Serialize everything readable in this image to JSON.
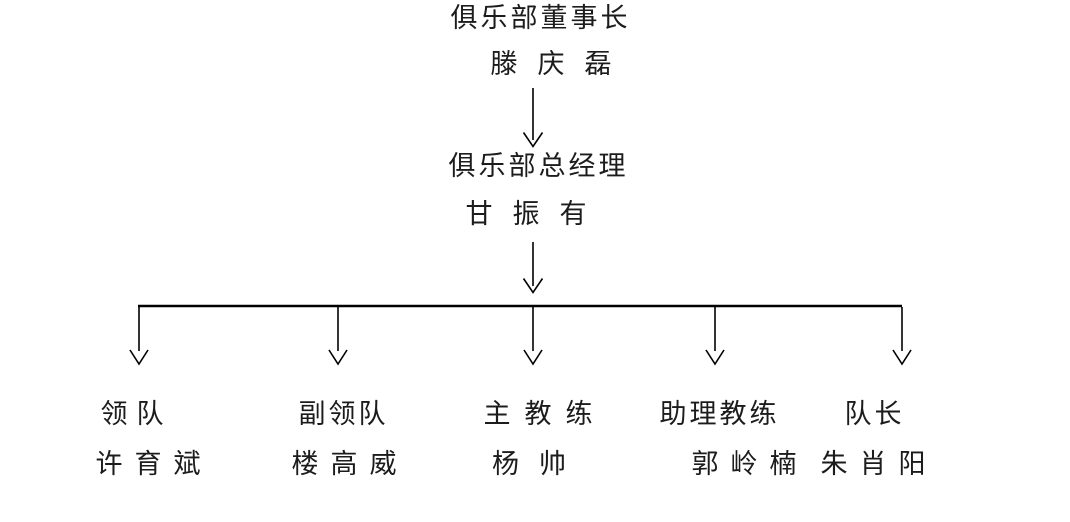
{
  "theme": {
    "background_color": "#ffffff",
    "line_color": "#000000",
    "text_color": "#1c1c1c"
  },
  "org_chart": {
    "type": "organization-tree",
    "root": {
      "role": "俱乐部董事长",
      "name": "滕庆磊"
    },
    "manager": {
      "role": "俱乐部总经理",
      "name": "甘振有"
    },
    "subordinates": [
      {
        "role": "领队",
        "name": "许育斌"
      },
      {
        "role": "副领队",
        "name": "楼高威"
      },
      {
        "role": "主教练",
        "name": "杨帅"
      },
      {
        "role": "助理教练",
        "name": "郭岭楠"
      },
      {
        "role": "队长",
        "name": "朱肖阳"
      }
    ]
  }
}
